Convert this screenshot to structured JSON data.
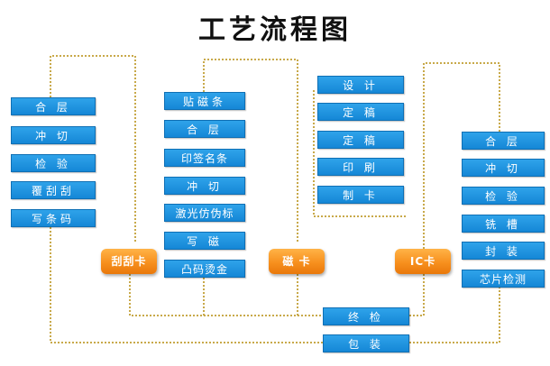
{
  "title": "工艺流程图",
  "columns": {
    "scratch": [
      "合 层",
      "冲 切",
      "检 验",
      "覆刮刮",
      "写条码"
    ],
    "magnetic": [
      "贴磁条",
      "合 层",
      "印签名条",
      "冲 切",
      "激光仿伪标",
      "写 磁",
      "凸码烫金"
    ],
    "design": [
      "设 计",
      "定 稿",
      "定 稿",
      "印 刷",
      "制 卡"
    ],
    "ic": [
      "合 层",
      "冲 切",
      "检 验",
      "铣 槽",
      "封 装",
      "芯片检测"
    ],
    "final": [
      "终 检",
      "包 装"
    ]
  },
  "cards": {
    "scratch": "刮刮卡",
    "magnetic": "磁 卡",
    "ic": "IC卡"
  },
  "colors": {
    "box": "#1a8fdf",
    "card": "#f7901e",
    "line": "#c8a94a"
  }
}
